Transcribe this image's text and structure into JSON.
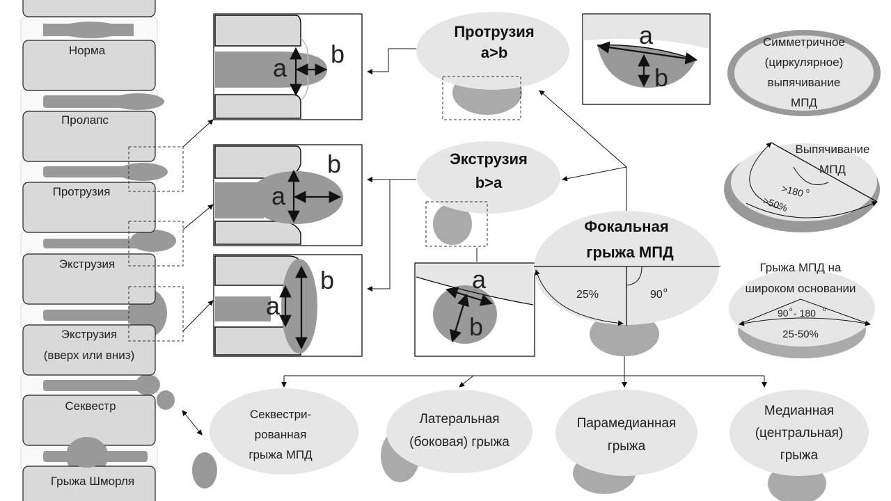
{
  "spine_labels": {
    "norm": "Норма",
    "prolapse": "Пролапс",
    "protrusion": "Протрузия",
    "extrusion": "Экструзия",
    "extrusion_updown_1": "Экструзия",
    "extrusion_updown_2": "(вверх или вниз)",
    "sequester": "Секвестр",
    "schmorl": "Грыжа Шморля"
  },
  "protrusion_title": {
    "line1": "Протрузия",
    "line2": "a>b"
  },
  "extrusion_title": {
    "line1": "Экструзия",
    "line2": "b>a"
  },
  "focal_title": {
    "line1": "Фокальная",
    "line2": "грыжа МПД"
  },
  "focal_pct": "25%",
  "focal_angle": "90",
  "focal_angle_sup": "o",
  "sym_bulge": {
    "line1": "Симметричное",
    "line2": "(циркулярное)",
    "line3": "выпячивание",
    "line4": "МПД"
  },
  "bulge": {
    "line1": "Выпячивание",
    "line2": "МПД",
    "angle": ">180",
    "angle_sup": "o",
    "pct": ">50%"
  },
  "broad_hernia": {
    "line1": "Грыжа МПД на",
    "line2": "широком основании",
    "angle": "90",
    "angle_mid": "- 180",
    "sup": "o",
    "pct": "25-50%"
  },
  "types": {
    "sequestered": {
      "line1": "Секвестри-",
      "line2": "рованная",
      "line3": "грыжа МПД"
    },
    "lateral": {
      "line1": "Латеральная",
      "line2": "(боковая) грыжа"
    },
    "paramedian": {
      "line1": "Парамедианная",
      "line2": "грыжа"
    },
    "median": {
      "line1": "Медианная",
      "line2": "(центральная)",
      "line3": "грыжа"
    }
  },
  "dim_a": "a",
  "dim_b": "b"
}
